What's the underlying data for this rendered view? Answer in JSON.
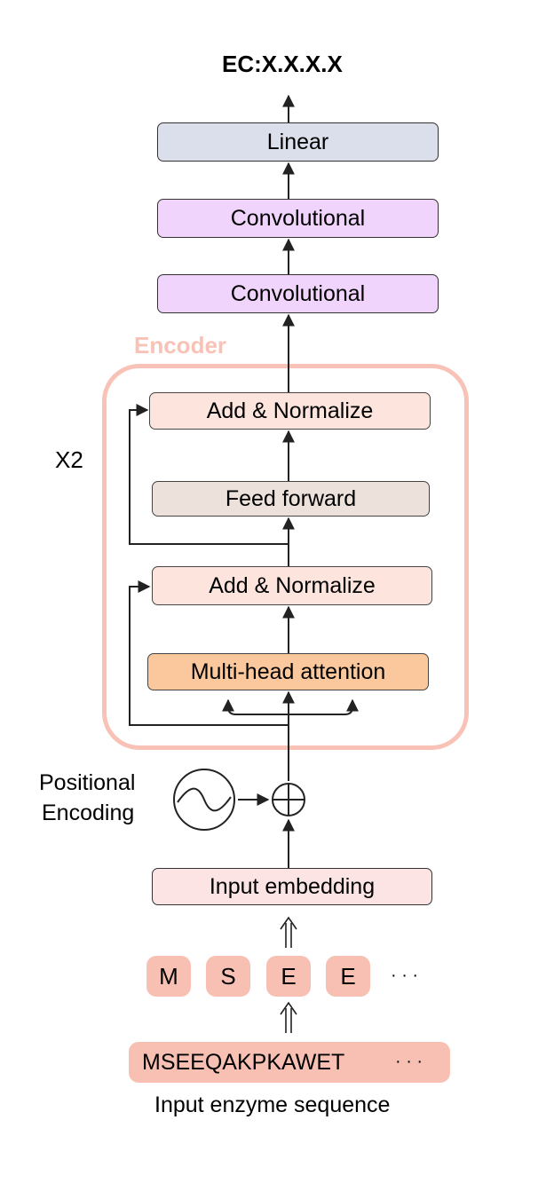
{
  "output_label": "EC:X.X.X.X",
  "blocks": {
    "linear": "Linear",
    "conv1": "Convolutional",
    "conv2": "Convolutional",
    "add_norm_top": "Add & Normalize",
    "feed_forward": "Feed forward",
    "add_norm_bottom": "Add & Normalize",
    "attention": "Multi-head attention",
    "input_embedding": "Input embedding"
  },
  "encoder_label": "Encoder",
  "repeat_label": "X2",
  "positional_encoding": [
    "Positional",
    "Encoding"
  ],
  "tokens": [
    "M",
    "S",
    "E",
    "E"
  ],
  "tokens_ellipsis": "· · ·",
  "sequence": "MSEEQAKPKAWET",
  "sequence_ellipsis": "· · ·",
  "sequence_caption": "Input enzyme sequence",
  "colors": {
    "linear": "#dadfeb",
    "conv": "#f1d4fb",
    "add_norm": "#fde4dd",
    "feed_forward": "#ece2db",
    "attention": "#fac89c",
    "embedding": "#fde4e4",
    "encoder_border": "#f9c2b6",
    "token": "#f8c0b3"
  }
}
